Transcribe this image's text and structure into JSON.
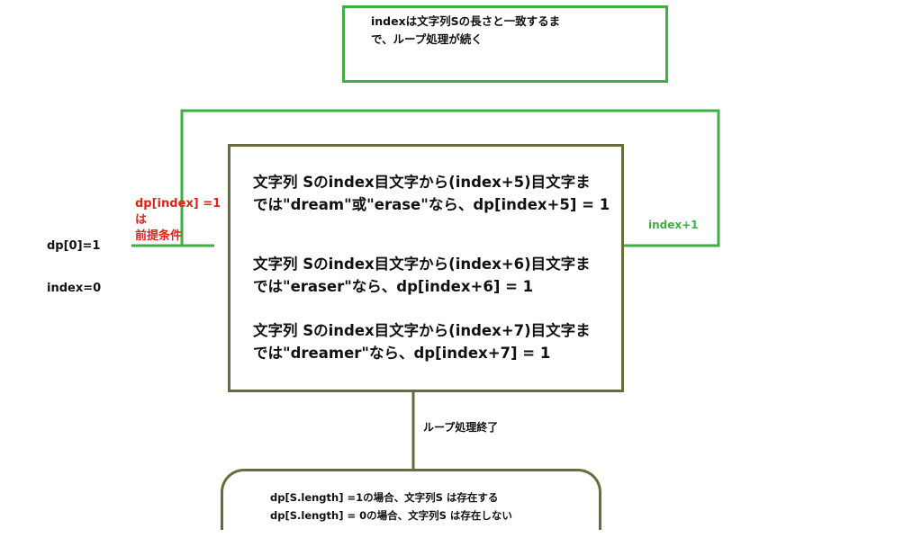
{
  "loop_condition": {
    "line1": "indexは文字列Sの長さと一致するま",
    "line2": "で、ループ処理が続く"
  },
  "initial": {
    "dp0": "dp[0]=1",
    "index0": "index=0"
  },
  "premise": {
    "line1": "dp[index] =1は",
    "line2": "前提条件"
  },
  "rules": [
    {
      "line1": "文字列 Sのindex目文字から(index+5)目文字ま",
      "line2": "では\"dream\"或\"erase\"なら、dp[index+5] = 1"
    },
    {
      "line1": "文字列 Sのindex目文字から(index+6)目文字ま",
      "line2": "では\"eraser\"なら、dp[index+6] = 1"
    },
    {
      "line1": "文字列 Sのindex目文字から(index+7)目文字ま",
      "line2": "では\"dreamer\"なら、dp[index+7] = 1"
    }
  ],
  "increment_label": "index+1",
  "end_label": "ループ処理終了",
  "result": {
    "line1": "dp[S.length] =1の場合、文字列S は存在する",
    "line2": "dp[S.length] = 0の場合、文字列S は存在しない"
  },
  "colors": {
    "loop_green": "#3cb043",
    "box_olive": "#6b6b3a",
    "premise_red": "#e2231a"
  }
}
